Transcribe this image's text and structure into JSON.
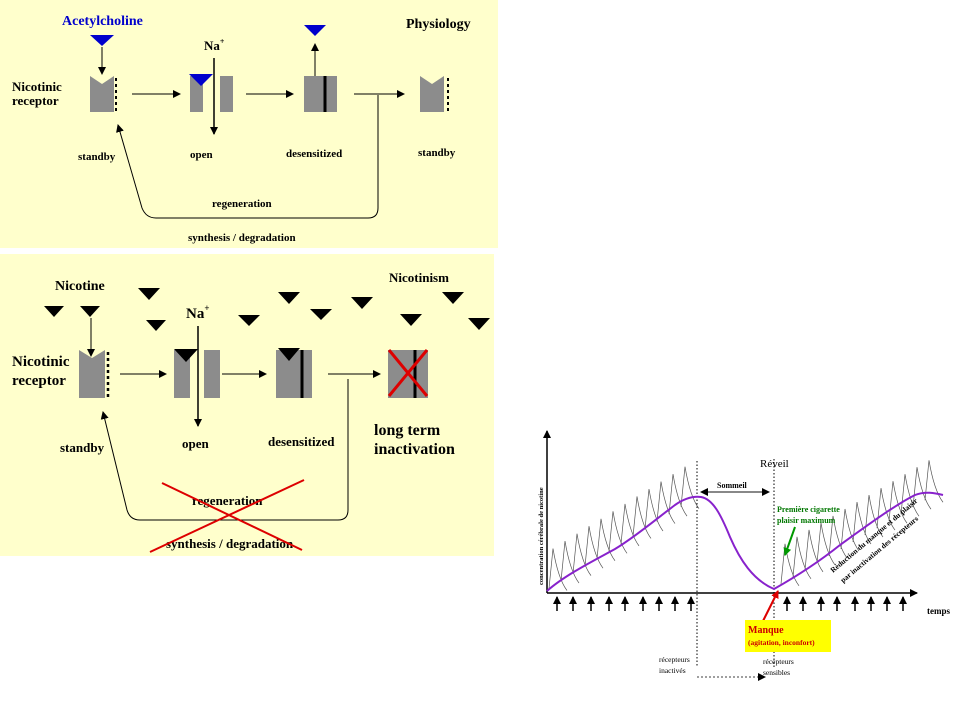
{
  "top": {
    "title": "Acetylcholine",
    "header": "Physiology",
    "receptor_line1": "Nicotinic",
    "receptor_line2": "receptor",
    "na": "Na",
    "na_sup": "+",
    "states": [
      "standby",
      "open",
      "desensitized",
      "standby"
    ],
    "regeneration": "regeneration",
    "synthesis": "synthesis / degradation"
  },
  "bottom": {
    "title": "Nicotine",
    "header": "Nicotinism",
    "receptor_line1": "Nicotinic",
    "receptor_line2": "receptor",
    "na": "Na",
    "na_sup": "+",
    "states": [
      "standby",
      "open",
      "desensitized"
    ],
    "inactivation_line1": "long term",
    "inactivation_line2": "inactivation",
    "regeneration": "regeneration",
    "synthesis": "synthesis / degradation"
  },
  "graph": {
    "ylabel": "concentration cérébrale de nicotine",
    "reveil": "Réveil",
    "sommeil": "Sommeil",
    "cigarette_line1": "Première cigarette",
    "cigarette_line2": "plaisir maximum",
    "reduction_line1": "Réduction du manque et du plaisir",
    "reduction_line2": "par inactivation des récepteurs",
    "xlabel": "temps",
    "manque_line1": "Manque",
    "manque_line2": "(agitation, inconfort)",
    "inactifs_line1": "récepteurs",
    "inactifs_line2": "inactivés",
    "sensibles_line1": "récepteurs",
    "sensibles_line2": "sensibles"
  },
  "colors": {
    "panel_bg": "#ffffcc",
    "acetylcholine": "#0000cc",
    "receptor": "#8c8c8c",
    "cross": "#dd0000",
    "curve": "#8822cc",
    "manque_bg": "#ffff00",
    "manque_text": "#cc0000",
    "cigarette_text": "#007700"
  }
}
